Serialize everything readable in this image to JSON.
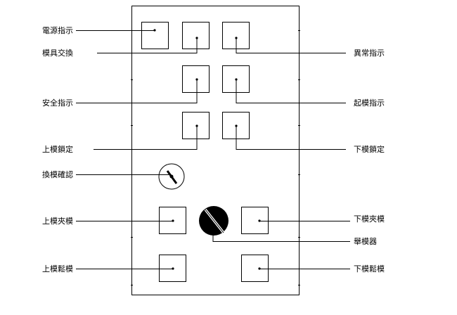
{
  "labels": {
    "power_indicator": "電源指示",
    "mold_change": "模具交換",
    "abnormal_indicator": "異常指示",
    "safety_indicator": "安全指示",
    "mold_lift_indicator": "起模指示",
    "upper_mold_lock": "上模鎖定",
    "lower_mold_lock": "下模鎖定",
    "mold_change_confirm": "換模確認",
    "upper_mold_clamp": "上模夾模",
    "lower_mold_clamp": "下模夾模",
    "mold_lifter": "舉模器",
    "upper_mold_release": "上模鬆模",
    "lower_mold_release": "下模鬆模"
  },
  "colors": {
    "line": "#000000",
    "knob_fill": "#000000",
    "background": "#ffffff"
  },
  "icons": {
    "selector_knob_small": "key-switch-icon",
    "selector_knob_large": "rotary-selector-icon"
  }
}
